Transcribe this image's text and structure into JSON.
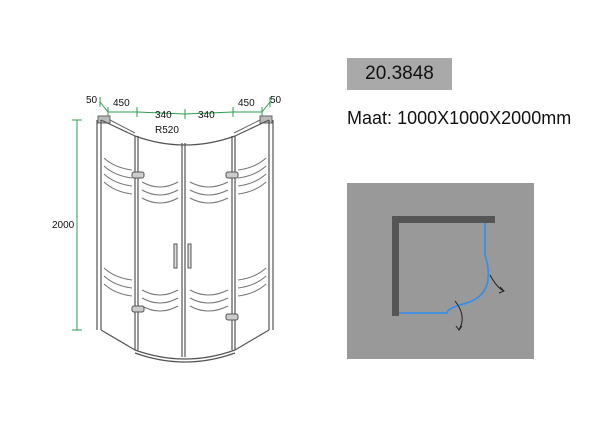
{
  "product_code": "20.3848",
  "size": {
    "label": "Maat",
    "separator": ":",
    "value": "1000X1000X2000mm"
  },
  "dimensions": {
    "left_wall": "50",
    "left_panel": "450",
    "left_door": "340",
    "right_door": "340",
    "right_panel": "450",
    "right_wall": "50",
    "radius": "R520",
    "height": "2000"
  },
  "colors": {
    "code_box": "#a9a9a9",
    "plan_background": "#999999",
    "wall": "#555555",
    "glass_line": "#3a8ee6",
    "dimension_line": "#2e9e4f"
  },
  "icons": [
    "door-swing-arrow-icon"
  ]
}
